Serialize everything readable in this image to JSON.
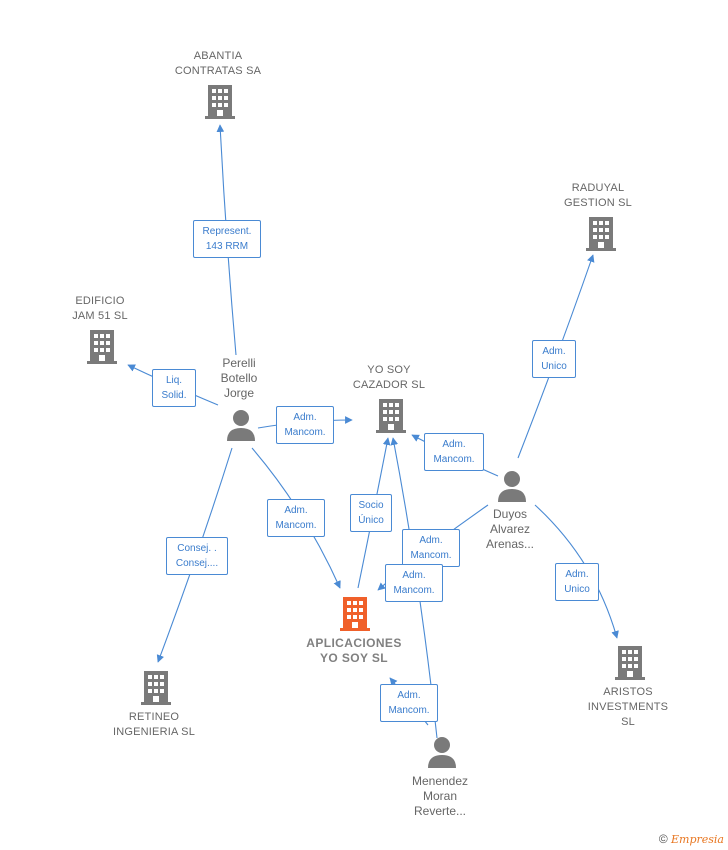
{
  "colors": {
    "edge": "#4a8ad4",
    "company": "#7a7a7a",
    "main_company": "#f0602a",
    "person": "#7a7a7a"
  },
  "nodes": {
    "abantia": "ABANTIA\nCONTRATAS SA",
    "raduyal": "RADUYAL\nGESTION  SL",
    "edificio": "EDIFICIO\nJAM 51  SL",
    "yosoy_cazador": "YO SOY\nCAZADOR  SL",
    "aplicaciones": "APLICACIONES\nYO SOY  SL",
    "retineo": "RETINEO\nINGENIERIA SL",
    "aristos": "ARISTOS\nINVESTMENTS\nSL",
    "perelli": "Perelli\nBotello\nJorge",
    "duyos": "Duyos\nAlvarez\nArenas...",
    "menendez": "Menendez\nMoran\nReverte..."
  },
  "edge_labels": {
    "represent": "Represent.\n143 RRM",
    "liq_solid": "Liq.\nSolid.",
    "adm_mancom_1": "Adm.\nMancom.",
    "adm_unico_1": "Adm.\nUnico",
    "adm_mancom_2": "Adm.\nMancom.",
    "adm_mancom_3": "Adm.\nMancom.",
    "socio_unico": "Socio\nÚnico",
    "consej": "Consej. .\nConsej....",
    "adm_mancom_4": "Adm.\nMancom.",
    "adm_mancom_5": "Adm.\nMancom.",
    "adm_unico_2": "Adm.\nUnico",
    "adm_mancom_6": "Adm.\nMancom."
  },
  "footer": {
    "copyright": "©",
    "brand": "Empresia"
  }
}
